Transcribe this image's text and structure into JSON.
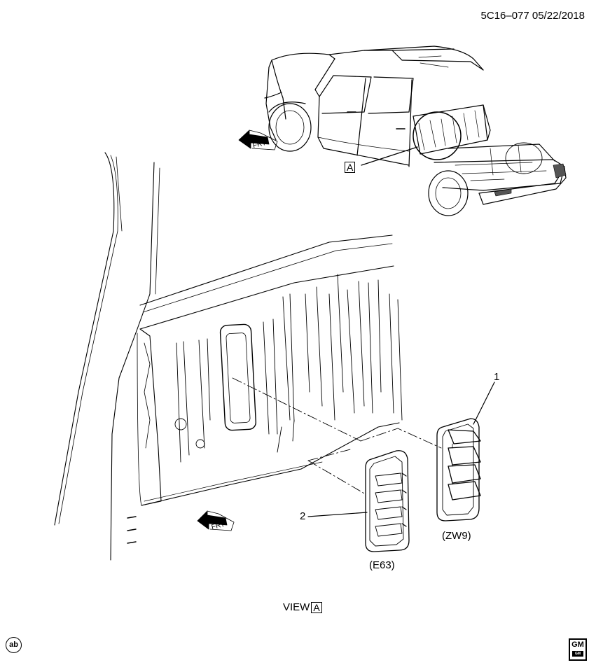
{
  "header": {
    "ref_code": "5C16–077  05/22/2018"
  },
  "view_ref": {
    "letter": "A"
  },
  "frt_arrow": {
    "label": "FRT"
  },
  "callouts": [
    {
      "num": "1",
      "option_code": "(ZW9)"
    },
    {
      "num": "2",
      "option_code": "(E63)"
    }
  ],
  "view_label": {
    "text": "VIEW",
    "letter": "A"
  },
  "footer": {
    "ab_mark": "ab"
  },
  "logo": {
    "text": "GM",
    "sub": "GM"
  },
  "colors": {
    "line": "#000000",
    "background": "#ffffff",
    "hatch": "#555555"
  },
  "icons": [
    "front-direction-arrow-icon",
    "ab-circle-icon",
    "gm-logo-icon"
  ]
}
